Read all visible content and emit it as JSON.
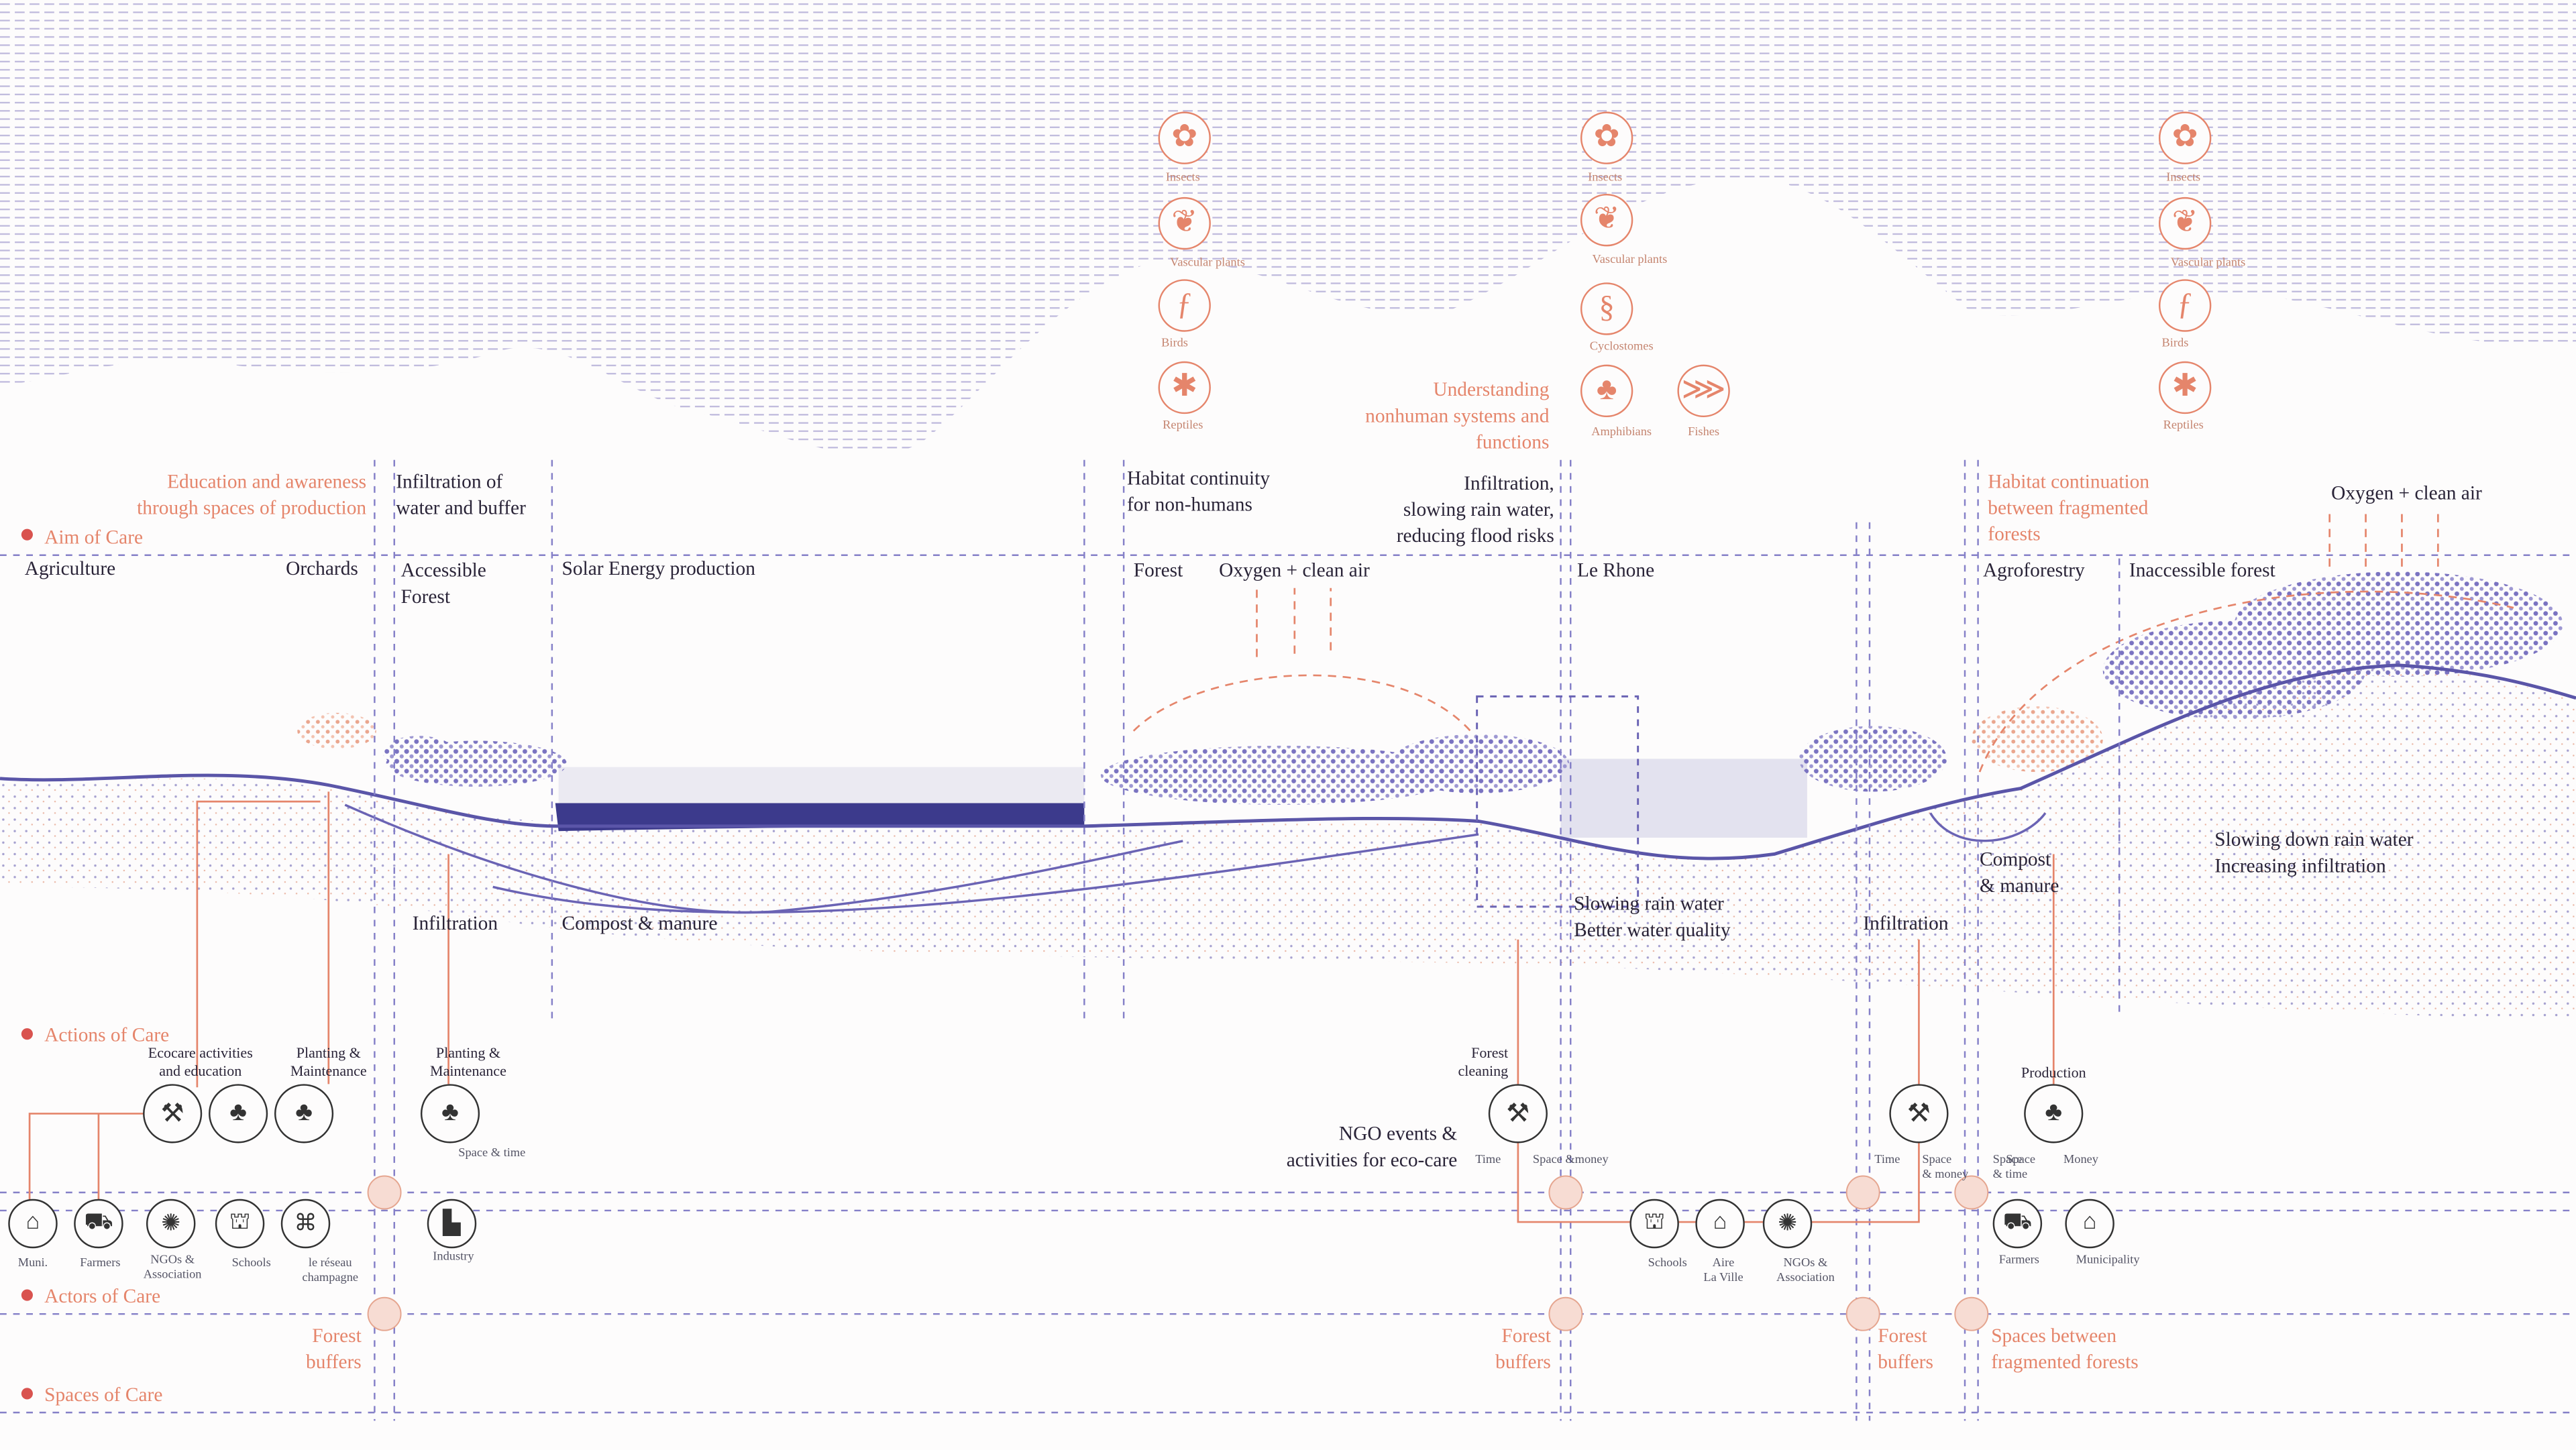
{
  "species": {
    "s1": [
      "Insects",
      "Vascular plants",
      "Birds",
      "Reptiles"
    ],
    "s2": [
      "Insects",
      "Vascular plants",
      "Cyclostomes",
      "Amphibians",
      "Fishes"
    ],
    "s3": [
      "Insects",
      "Vascular plants",
      "Birds",
      "Reptiles"
    ]
  },
  "aims": {
    "education": "Education and awareness\nthrough spaces of production",
    "infiltration_buffer": "Infiltration of\nwater and buffer",
    "habitat_continuity": "Habitat continuity\nfor non-humans",
    "understanding": "Understanding\nnonhuman systems and\nfunctions",
    "infiltration_flood": "Infiltration,\nslowing rain water,\nreducing flood risks",
    "habitat_continuation": "Habitat continuation\nbetween fragmented\nforests",
    "oxygen_right": "Oxygen + clean air"
  },
  "legend": {
    "aim": "Aim of Care",
    "actions": "Actions of Care",
    "actors": "Actors of Care",
    "spaces": "Spaces of Care"
  },
  "landuse": {
    "agriculture": "Agriculture",
    "orchards": "Orchards",
    "accessible_forest": "Accessible\nForest",
    "solar": "Solar Energy production",
    "forest": "Forest",
    "oxygen_mid": "Oxygen + clean air",
    "rhone": "Le Rhone",
    "agroforestry": "Agroforestry",
    "inaccessible": "Inaccessible forest"
  },
  "processes": {
    "infiltration_1": "Infiltration",
    "compost_1": "Compost & manure",
    "slowing": "Slowing rain water\nBetter water quality",
    "infiltration_2": "Infiltration",
    "compost_2": "Compost\n& manure",
    "slowing_down": "Slowing down rain water\nIncreasing infiltration"
  },
  "actions": {
    "ecocare": "Ecocare activities\nand education",
    "planting_1": "Planting &\nMaintenance",
    "planting_2": "Planting &\nMaintenance",
    "space_time": "Space & time",
    "forest_cleaning": "Forest\ncleaning",
    "ngo_events": "NGO events &\nactivities for eco-care",
    "time_1": "Time",
    "space_money_1": "Space &money",
    "time_2": "Time",
    "space_money_2": "Space\n& money",
    "space_time_2": "Space\n& time",
    "production": "Production",
    "space_3": "Space",
    "money_3": "Money"
  },
  "actors": {
    "muni": "Muni.",
    "farmers_1": "Farmers",
    "ngos_1": "NGOs &\nAssociation",
    "schools_1": "Schools",
    "reseau": "le réseau\nchampagne",
    "industry": "Industry",
    "schools_2": "Schools",
    "aire": "Aire\nLa Ville",
    "ngos_2": "NGOs &\nAssociation",
    "farmers_2": "Farmers",
    "municipality": "Municipality"
  },
  "spaces": {
    "buffer_1": "Forest\nbuffers",
    "buffer_2": "Forest\nbuffers",
    "buffer_3": "Forest\nbuffers",
    "between": "Spaces between\nfragmented forests"
  },
  "colors": {
    "orange": "#e5856b",
    "purple": "#6a63b4",
    "navy": "#3c3a8c",
    "text": "#2a2438",
    "bullet": "#d9534f"
  },
  "icons": {
    "insects": "insect-icon",
    "vascular_plants": "plant-icon",
    "birds": "bird-icon",
    "reptiles": "reptile-icon",
    "cyclostomes": "cyclostome-icon",
    "amphibians": "amphibian-icon",
    "fishes": "fish-icon",
    "municipality": "building-icon",
    "farmers": "tractor-icon",
    "ngos": "network-icon",
    "schools": "school-icon",
    "industry": "factory-icon"
  }
}
